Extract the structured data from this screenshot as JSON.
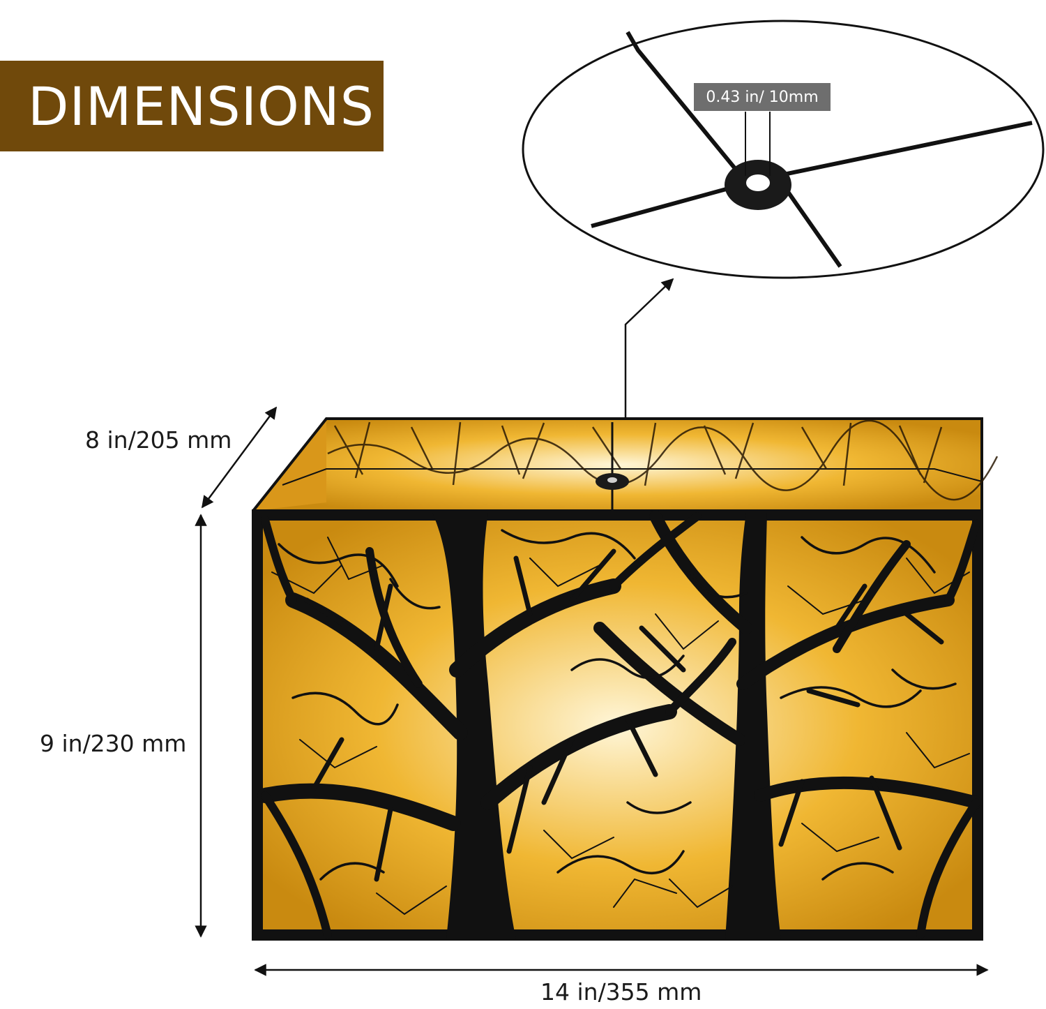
{
  "banner": {
    "title": "DIMENSIONS"
  },
  "dimensions": {
    "depth": "8 in/205 mm",
    "height": "9 in/230 mm",
    "width": "14 in/355 mm",
    "hole": "0.43 in/ 10mm"
  },
  "colors": {
    "banner_bg": "#70490b",
    "shade_outer": "#111111",
    "shade_inner": "#e0a218",
    "tag_bg": "#6e6e6e"
  }
}
